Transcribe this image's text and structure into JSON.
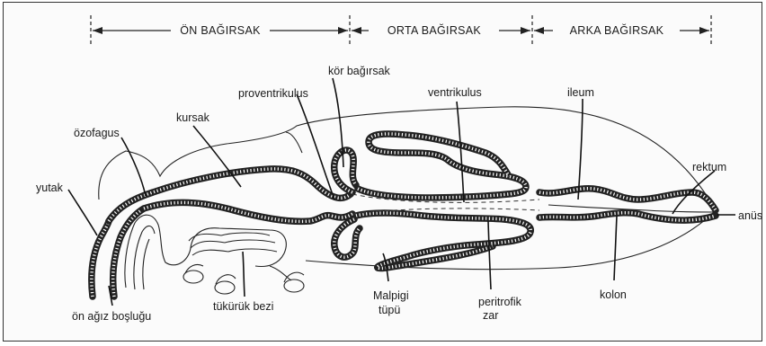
{
  "sections": {
    "foregut": "ÖN BAĞIRSAK",
    "midgut": "ORTA BAĞIRSAK",
    "hindgut": "ARKA BAĞIRSAK"
  },
  "labels": {
    "kor_bagirsak": "kör bağırsak",
    "proventrikulus": "proventrikulus",
    "ventrikulus": "ventrikulus",
    "ileum": "ileum",
    "ozofagus": "özofagus",
    "kursak": "kursak",
    "rektum": "rektum",
    "yutak": "yutak",
    "anus": "anüs",
    "kolon": "kolon",
    "on_agiz_boslugu": "ön ağız boşluğu",
    "tukuruk_bezi": "tükürük bezi",
    "malpigi_1": "Malpigi",
    "malpigi_2": "tüpü",
    "peritrofik_1": "peritrofik",
    "peritrofik_2": "zar"
  }
}
